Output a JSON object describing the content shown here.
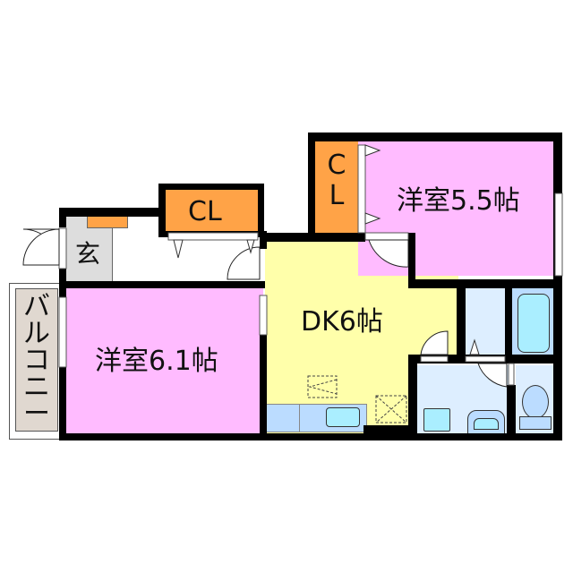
{
  "floor_plan": {
    "rooms": {
      "bedroom_east": {
        "label": "洋室5.5帖",
        "color": "#ffbbff"
      },
      "bedroom_west": {
        "label": "洋室6.1帖",
        "color": "#ffbbff"
      },
      "dining_kitchen": {
        "label": "DK6帖",
        "color": "#ffffaa"
      },
      "entrance": {
        "label": "玄",
        "color": "#dddddd"
      },
      "closet_top": {
        "label": "CL",
        "color": "#ffa347"
      },
      "closet_east_line1": {
        "label": "C",
        "color": "#ffa347"
      },
      "closet_east_line2": {
        "label": "L",
        "color": "#ffa347"
      },
      "balcony": {
        "label": "バルコニー",
        "chars": [
          "バ",
          "ル",
          "コ",
          "ニ",
          "ー"
        ],
        "color": "#e0d8d0"
      },
      "bathroom": {
        "color": "#ddeeff"
      },
      "washroom": {
        "color": "#ddeeff"
      },
      "toilet": {
        "color": "#ddeeff"
      }
    },
    "colors": {
      "wall": "#000000",
      "fixture": "#aaeeff",
      "fixture_bg": "#bbdcff",
      "counter": "#bbdcff"
    }
  }
}
